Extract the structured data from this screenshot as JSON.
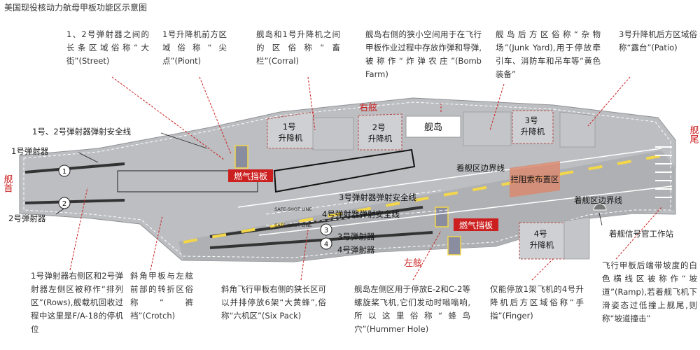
{
  "title": "美国现役核动力航母甲板功能区示意图",
  "notes": {
    "street": "1、2号弹射器之间的长条区域俗称“大街”(Street)",
    "point": "1号升降机前方区域俗称“尖点”(Piont)",
    "corral": "舰岛和1号升降机之间的区俗称“畜栏”(Corral)",
    "bomb_farm": "舰岛右侧的狭小空间用于在飞行甲板作业过程中存放炸弹和导弹,被称作“炸弹农庄”(Bomb Farm)",
    "junk_yard": "舰岛后方区俗称“杂物场”(Junk Yard),用于停放牵引车、消防车和吊车等“黄色装备”",
    "patio": "3号升降机后方区域俗称“露台”(Patio)",
    "rows": "1号弹射器右侧区和2号弹射器左侧区被称作“排列区”(Rows),舰载机回收过程中这里是F/A-18的停机位",
    "crotch": "斜角甲板与左舷前部的转折区俗称“裤裆”(Crotch)",
    "six_pack": "斜角飞行甲板右侧的狭长区可以并排停放6架“大黄蜂”,俗称“六机区”(Six Pack)",
    "hummer_hole": "舰岛左侧区用于停放E-2和C-2等螺旋桨飞机,它们发动时嗡嗡响,所以这里俗称“蜂鸟穴”(Hummer Hole)",
    "finger": "仅能停放1架飞机的4号升降机后方区域俗称“手指”(Finger)",
    "ramp": "飞行甲板后端带坡度的白色横线区被称作“坡道”(Ramp),若着舰飞机下滑姿态过低撞上舰尾,则称“坡道撞击”"
  },
  "labels": {
    "starboard": "右舷",
    "port": "左舷",
    "bow": "舰首",
    "stern": "舰尾",
    "cat12_line": "1号、2号弹射器弹射安全线",
    "cat1": "1号弹射器",
    "cat2": "2号弹射器",
    "cat3": "3号弹射器",
    "cat4": "4号弹射器",
    "cat3_line": "3号弹射器弹射安全线",
    "cat4_line": "4号弹射器弹射安全线",
    "elev1": "1号升降机",
    "elev2": "2号升降机",
    "elev3": "3号升降机",
    "elev4": "4号升降机",
    "island": "舰岛",
    "jbd1": "燃气挡板",
    "jbd2": "燃气挡板",
    "landing_edge1": "着舰区边界线",
    "landing_edge2": "着舰区边界线",
    "arrest": "拦阻索布置区",
    "lso": "着舰信号官工作站",
    "safe_shot": "SAFE-SHOT LINE",
    "n1": "1",
    "n2": "2",
    "n3": "3",
    "n4": "4"
  },
  "colors": {
    "deck": "#bcbec1",
    "deck_dark": "#a9abae",
    "accent_red": "#cc1f1f",
    "yellow": "#f3d64a",
    "arrest": "#d98a6e",
    "blocks": "#8a8da0"
  }
}
